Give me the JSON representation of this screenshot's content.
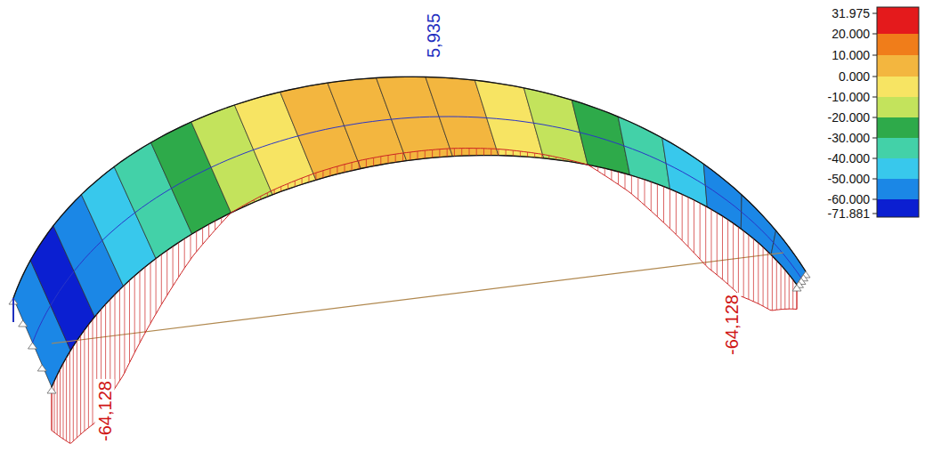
{
  "diagram": {
    "labels": [
      "5,935",
      "-64,128",
      "-64,128",
      "31.975",
      "20.000",
      "10.000",
      "0.000",
      "-10.000",
      "-20.000",
      "-30.000",
      "-40.000",
      "-50.000",
      "-60.000",
      "-71.881"
    ]
  }
}
